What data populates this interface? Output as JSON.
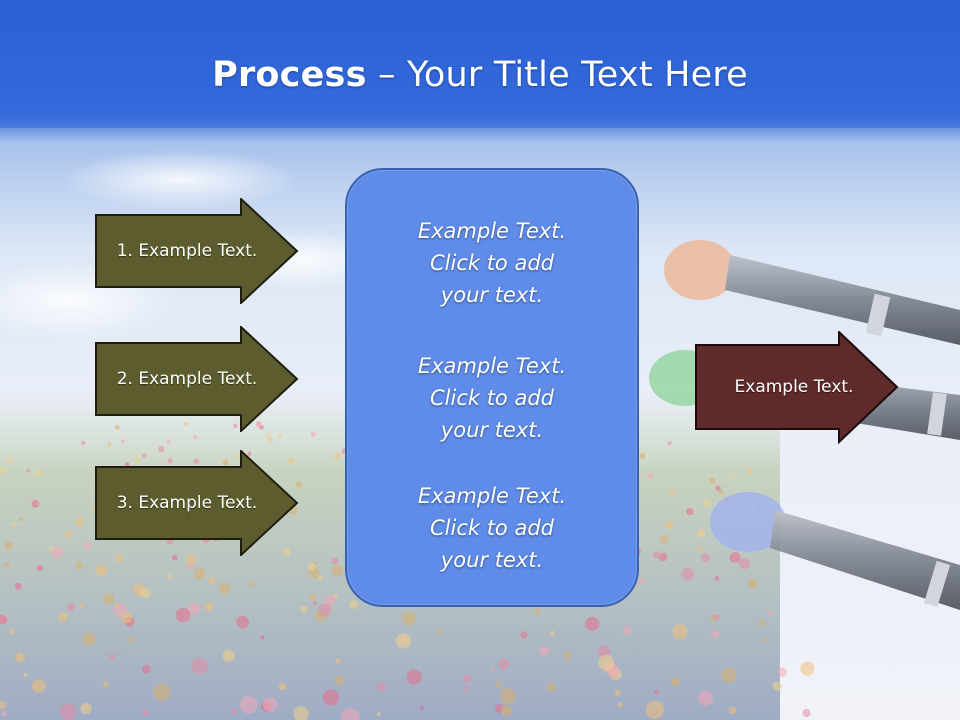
{
  "slide": {
    "title_bold": "Process",
    "title_rest": " – Your Title Text Here"
  },
  "left_arrows": [
    {
      "label": "1. Example Text."
    },
    {
      "label": "2. Example Text."
    },
    {
      "label": "3. Example Text."
    }
  ],
  "center_box": {
    "items": [
      {
        "line1": "Example Text.",
        "line2": "Click  to add",
        "line3": "your text."
      },
      {
        "line1": "Example Text.",
        "line2": "Click  to add",
        "line3": "your text."
      },
      {
        "line1": "Example Text.",
        "line2": "Click  to add",
        "line3": "your text."
      }
    ]
  },
  "right_arrow": {
    "label": "Example Text."
  },
  "colors": {
    "header_blue": "#2e63d6",
    "left_arrow_fill": "#5c5c2e",
    "right_arrow_fill": "#5e2a2a",
    "center_box_fill": "#5f8ce8"
  }
}
